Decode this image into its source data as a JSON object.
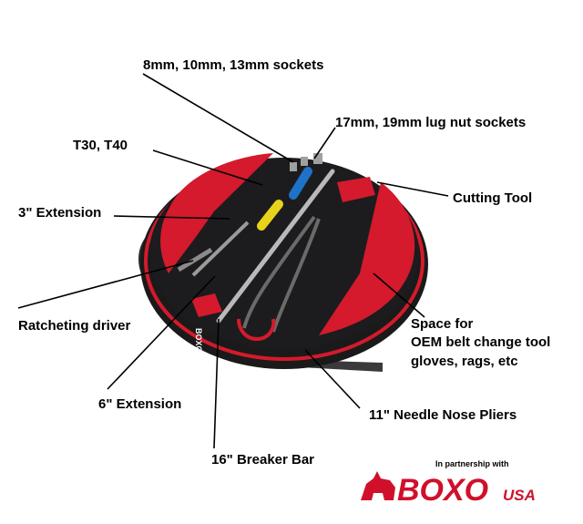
{
  "labels": {
    "sockets_small": "8mm, 10mm, 13mm sockets",
    "lug_sockets": "17mm, 19mm lug nut sockets",
    "torx": "T30, T40",
    "cutting_tool": "Cutting Tool",
    "extension_3": "3\" Extension",
    "space_line1": "Space for",
    "space_line2": "OEM belt change tool",
    "space_line3": "gloves, rags, etc",
    "ratcheting_driver": "Ratcheting driver",
    "extension_6": "6\" Extension",
    "needle_nose": "11\" Needle Nose Pliers",
    "breaker_bar": "16\" Breaker Bar"
  },
  "branding": {
    "partnership_text": "In partnership with",
    "logo_text": "BOXO",
    "logo_suffix": "USA",
    "tray_logo_text": "BOXO",
    "brand_color": "#d0102b"
  },
  "colors": {
    "foam_black": "#1c1c1e",
    "foam_red": "#d41a2c",
    "extension_blue": "#1e73c8",
    "extension_yellow": "#e8d21a"
  }
}
